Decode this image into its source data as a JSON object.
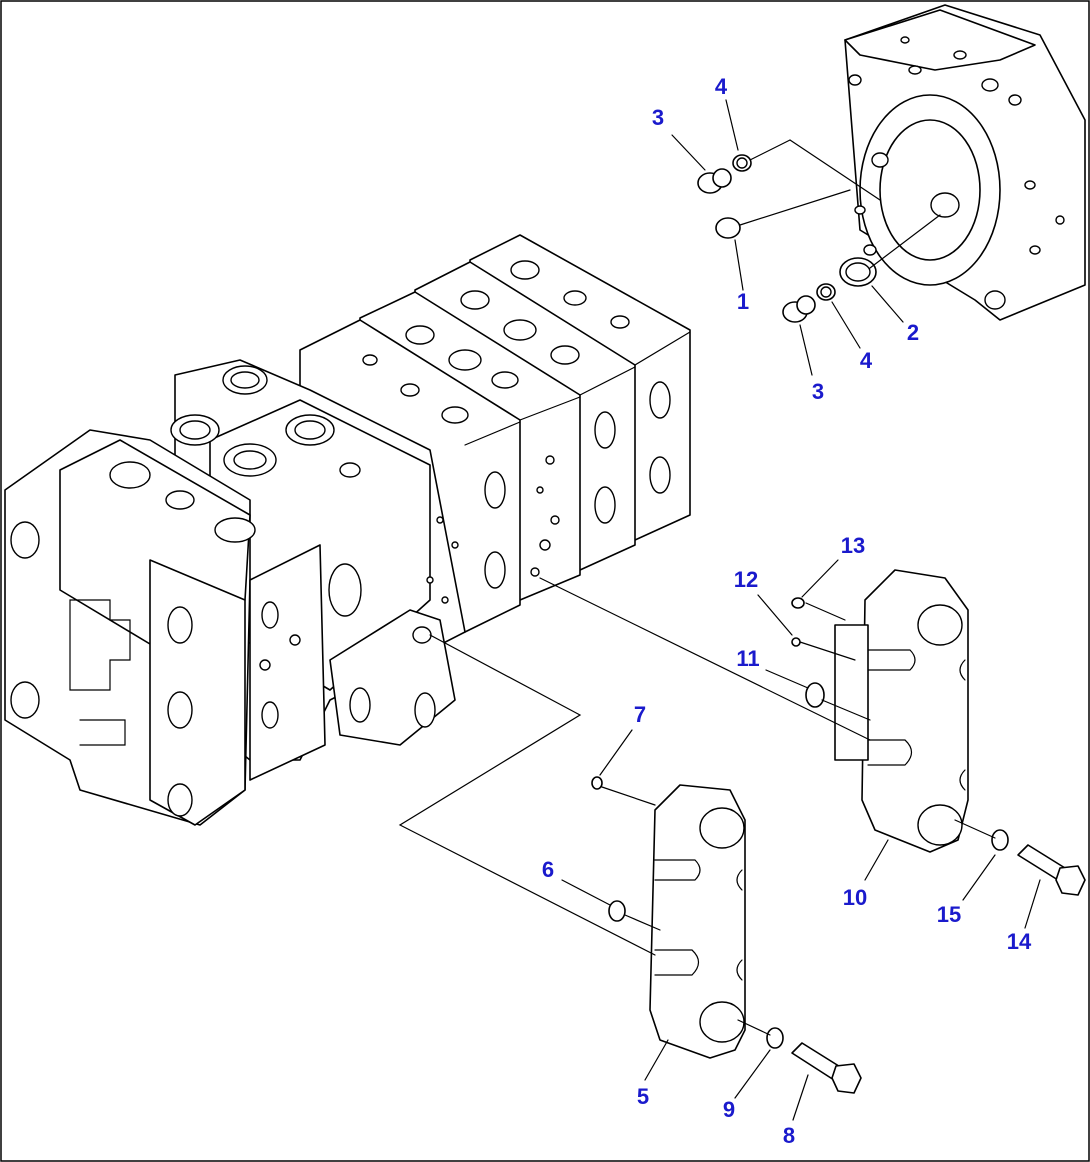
{
  "diagram": {
    "label_color": "#1a1acc",
    "line_color": "#000000",
    "background": "#ffffff",
    "labels": [
      {
        "id": "l-3a",
        "text": "3"
      },
      {
        "id": "l-4a",
        "text": "4"
      },
      {
        "id": "l-1",
        "text": "1"
      },
      {
        "id": "l-2",
        "text": "2"
      },
      {
        "id": "l-4b",
        "text": "4"
      },
      {
        "id": "l-3b",
        "text": "3"
      },
      {
        "id": "l-13",
        "text": "13"
      },
      {
        "id": "l-12",
        "text": "12"
      },
      {
        "id": "l-11",
        "text": "11"
      },
      {
        "id": "l-10",
        "text": "10"
      },
      {
        "id": "l-15",
        "text": "15"
      },
      {
        "id": "l-14",
        "text": "14"
      },
      {
        "id": "l-7",
        "text": "7"
      },
      {
        "id": "l-6",
        "text": "6"
      },
      {
        "id": "l-5",
        "text": "5"
      },
      {
        "id": "l-9",
        "text": "9"
      },
      {
        "id": "l-8",
        "text": "8"
      }
    ]
  }
}
